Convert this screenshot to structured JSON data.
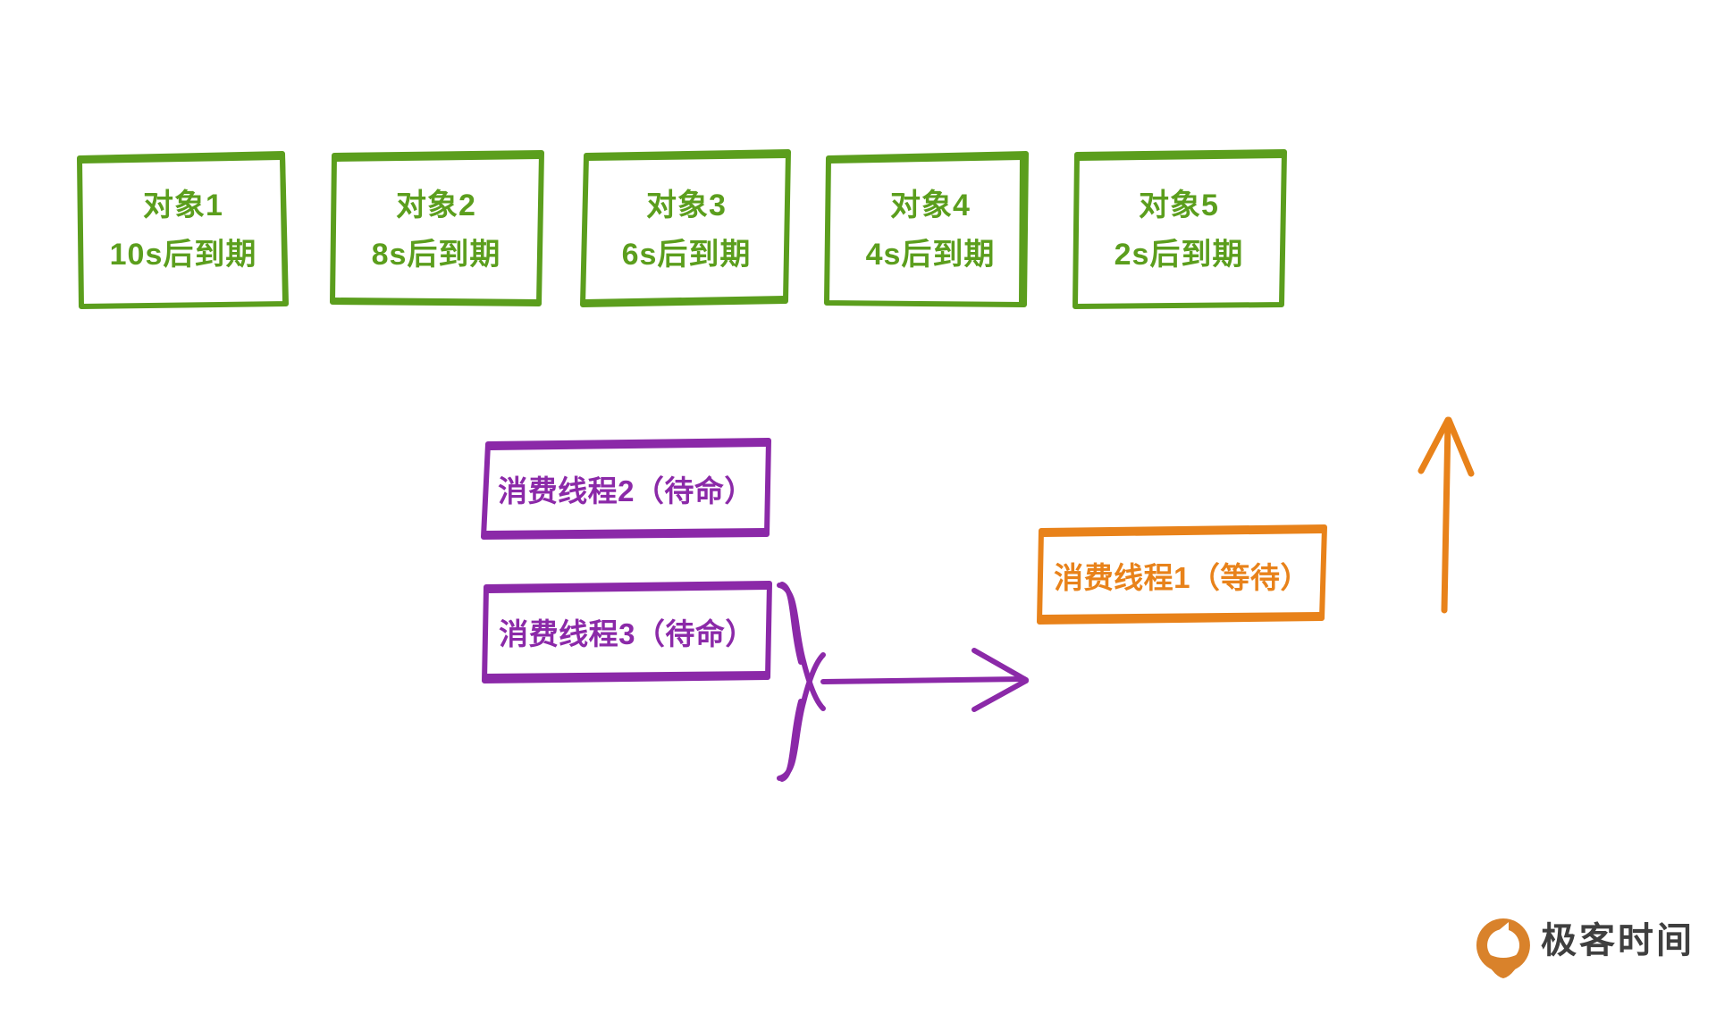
{
  "diagram": {
    "title": "DelayQueue consumer threads waiting on expiring objects",
    "colors": {
      "green": "#5b9e1d",
      "purple": "#8b29a8",
      "orange": "#e8821a",
      "logo_dark": "#3f3f3f",
      "logo_orange": "#d9822b",
      "background": "#ffffff"
    },
    "objects": [
      {
        "name": "对象1",
        "expiry": "10s后到期"
      },
      {
        "name": "对象2",
        "expiry": "8s后到期"
      },
      {
        "name": "对象3",
        "expiry": "6s后到期"
      },
      {
        "name": "对象4",
        "expiry": "4s后到期"
      },
      {
        "name": "对象5",
        "expiry": "2s后到期"
      }
    ],
    "waiting_threads": [
      {
        "label": "消费线程2（待命）"
      },
      {
        "label": "消费线程3（待命）"
      }
    ],
    "active_thread": {
      "label": "消费线程1（等待）"
    },
    "connectors": {
      "brace": "purple-curly-brace",
      "arrow_to_active": "purple-right-arrow",
      "arrow_to_object5": "orange-up-arrow"
    }
  },
  "logo": {
    "text": "极客时间",
    "icon": "geektime-mark"
  }
}
